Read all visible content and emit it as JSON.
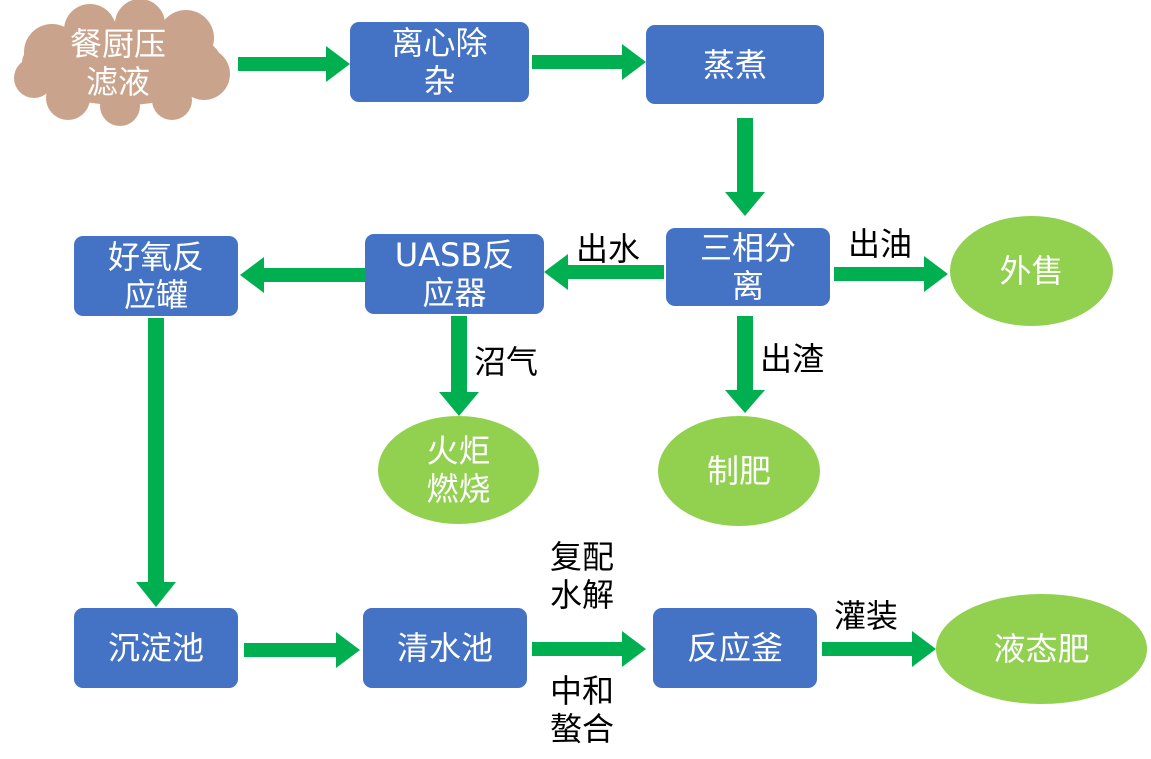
{
  "colors": {
    "process_box": "#4472c4",
    "product_oval": "#92d050",
    "source_cloud": "#c9a38c",
    "arrow": "#00b050",
    "node_text": "#ffffff",
    "edge_label_text": "#000000"
  },
  "nodes": {
    "source": "餐厨压滤液",
    "centrifuge": "离心除杂",
    "steaming": "蒸煮",
    "three_phase": "三相分离",
    "sell": "外售",
    "fertilizer_making": "制肥",
    "uasb": "UASB反应器",
    "flare": "火炬燃烧",
    "aerobic": "好氧反应罐",
    "sedimentation": "沉淀池",
    "clear_water": "清水池",
    "reactor": "反应釜",
    "liquid_fertilizer": "液态肥"
  },
  "edge_labels": {
    "water_out": "出水",
    "oil_out": "出油",
    "residue_out": "出渣",
    "biogas": "沼气",
    "compound_hydrolysis": "复配\n水解",
    "neutralize_chelate": "中和\n螯合",
    "filling": "灌装"
  }
}
